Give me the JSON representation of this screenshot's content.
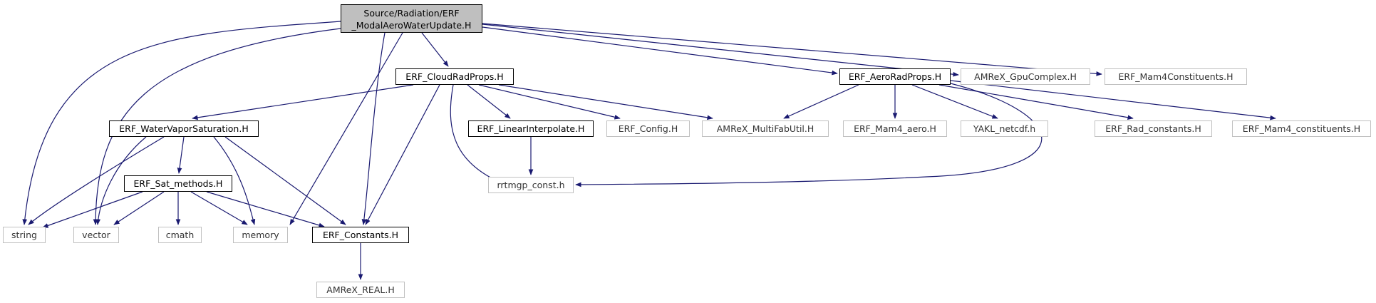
{
  "colors": {
    "edge": "#191970",
    "root_fill": "#bfbfbf",
    "local_border": "#000000",
    "external_border": "#c0c0c0"
  },
  "nodes": {
    "root": {
      "line1": "Source/Radiation/ERF",
      "line2": "_ModalAeroWaterUpdate.H"
    },
    "cloudradprops": "ERF_CloudRadProps.H",
    "aeroradprops": "ERF_AeroRadProps.H",
    "gpucomplex": "AMReX_GpuComplex.H",
    "mam4constituents_caps": "ERF_Mam4Constituents.H",
    "watervaporsaturation": "ERF_WaterVaporSaturation.H",
    "linearinterpolate": "ERF_LinearInterpolate.H",
    "config": "ERF_Config.H",
    "multifabutil": "AMReX_MultiFabUtil.H",
    "mam4aero": "ERF_Mam4_aero.H",
    "yaklnetcdf": "YAKL_netcdf.h",
    "radconstants": "ERF_Rad_constants.H",
    "mam4constituents": "ERF_Mam4_constituents.H",
    "satmethods": "ERF_Sat_methods.H",
    "rrtmgpconst": "rrtmgp_const.h",
    "string": "string",
    "vector": "vector",
    "cmath": "cmath",
    "memory": "memory",
    "constants": "ERF_Constants.H",
    "amrexreal": "AMReX_REAL.H"
  }
}
